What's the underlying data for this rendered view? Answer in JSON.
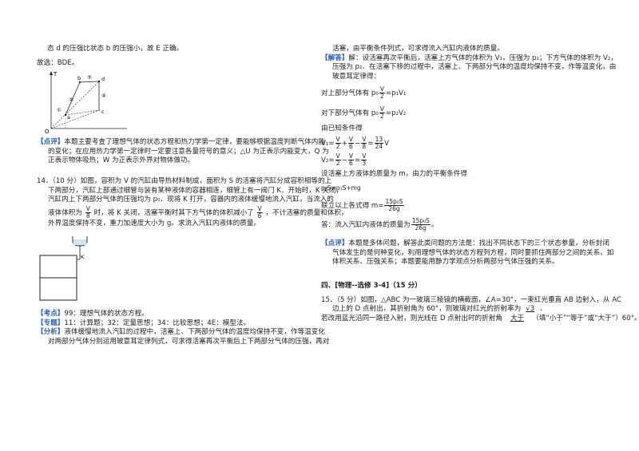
{
  "left": {
    "l1": "态 d 的压强比状态 b 的压强小，故 E 正确。",
    "l2": "故选：BDE。",
    "graph": {
      "t_axis": "T",
      "o_label": "O",
      "a": "a",
      "b": "b",
      "c": "c",
      "d": "d",
      "n1": "①",
      "n2": "②",
      "n3": "③",
      "n4": "④"
    },
    "dp_tag": "【点评】",
    "dp1": "本题主要考查了理想气体的状态方程和热力学第一定律，要能够根据温度判断气体内能",
    "dp2": "的变化；在应用热力学第一定律时一定要注意各量符号的意义；△U 为正表示内能变大，Q 为",
    "dp3": "正表示物体吸热；W 为正表示外界对物体做功。",
    "q1": "14．（10 分）如图，容积为 V 的汽缸由导热材料制成，面积为 S 的活塞将汽缸分成容积相等的上",
    "q2": "下两部分，汽缸上部通过细管与装有某种液体的容器相连，细管上有一阀门 K．开始时，K 关闭，",
    "q3": "汽缸内上下两部分气体的压强均为 p₀．现将 K 打开，容器内的液体缓慢地流入汽缸，当流入的",
    "q4a": "液体体积为",
    "f_v8": {
      "n": "V",
      "d": "8"
    },
    "q4b": "时，将 K 关闭，活塞平衡时其下方气体的体积减小了",
    "f_v6": {
      "n": "V",
      "d": "6"
    },
    "q4c": "，不计活塞的质量和体积，",
    "q5": "外界温度保持不变，重力加速度大小为 g。求流入汽缸内液体的质量。",
    "fig_k": "K",
    "kd_tag": "【考点】",
    "kd": "99：理想气体的状态方程。",
    "zt_tag": "【专题】",
    "zt": "11：计算题；32：定量思想；34：比较思想；4E：模型法。",
    "fx_tag": "【分析】",
    "fx1": "液体缓慢地流入汽缸的过程中，活塞上、下两部分气体的温度均保持不变，作等温变化",
    "fx2": "对两部分气体分别运用玻意耳定律列式，可求得活塞再次平衡后上下两部分气体的压强，再对"
  },
  "right": {
    "r1": "活塞，由平衡条件列式，可求得流入汽缸内液体的质量。",
    "jd_tag": "【解答】",
    "jd1": "解：设活塞再次平衡后，活塞上方气体的体积为 V₁，压强为 p₁；下方气体的体积为 V₂，",
    "jd2": "压强为 p₂．在活塞下移的过程中，活塞上、下两部分气体的温度均保持不变，作等温变化，由",
    "jd3": "玻意耳定律得：",
    "e1a": "对上部分气体有 p₀",
    "f_v2": {
      "n": "V",
      "d": "2"
    },
    "e1b": "=p₁V₁",
    "e2a": "对下部分气体有 p₀",
    "e2b": "=p₂V₂",
    "e3": "由已知条件得",
    "e4a": "V₁=",
    "e4b": "+",
    "e4c": "−",
    "e4d": "=",
    "f_13_24": {
      "n": "13",
      "d": "24"
    },
    "e4e": "V",
    "e5a": "V₂=",
    "e5b": "−",
    "e5c": "=",
    "f_v3": {
      "n": "V",
      "d": "3"
    },
    "e6": "设活塞上方液体的质量为 m，由力的平衡条件得",
    "e7": "p₂S=p₁S+mg",
    "e8": "联立以上各式得 m=",
    "f_mass": {
      "n": "15p₀S",
      "d": "26g"
    },
    "e9": "答：流入汽缸内液体的质量为",
    "e9b": "。",
    "dp_tag": "【点评】",
    "dp1": "本题是多体问题，解答此类问题的方法是：找出不同状态下的三个状态参量，分析封闭",
    "dp2": "气体发生的是何种变化，利用理想气体的状态方程列方程，同时要抓住两部分之间的关系，如",
    "dp3": "体积关系、压强关系；本题要能用静力学观点分析两部分气体压强的关系。",
    "sec4": "四、[物理--选修 3-4]（15 分）",
    "q15a": "15．（5 分）如图，△ABC 为一玻璃三棱镜的横截面，∠A=30°，一束红光垂直 AB 边射入，从 AC",
    "q15b": "边上的 D 点射出，其折射角为 60°，则玻璃对红光的折射率为",
    "q15b_ans": "√3",
    "q15b_end": "．",
    "q15c": "若改用蓝光沿同一路径入射，则光线在 D 点射出时的折射角",
    "q15c_ans": "大于",
    "q15c_end": "（填“小于”“等于”或“大于”）60°。"
  }
}
